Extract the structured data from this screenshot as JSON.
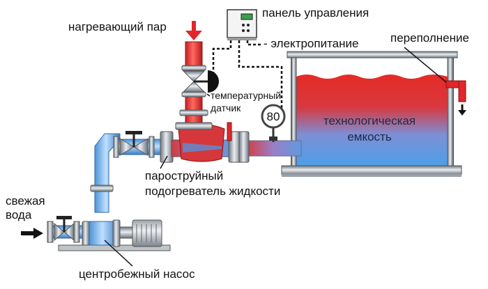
{
  "labels": {
    "steam": "нагревающий пар",
    "control_panel": "панель управления",
    "power": "- электропитание",
    "overflow": "переполнение",
    "temp_sensor_1": "температурный",
    "temp_sensor_2": "датчик",
    "tank_1": "технологическая",
    "tank_2": "емкость",
    "heater_1": "пароструйный",
    "heater_2": "подогреватель жидкости",
    "fresh_water_1": "свежая",
    "fresh_water_2": "вода",
    "pump": "центробежный насос"
  },
  "gauge_value": "80",
  "colors": {
    "steam": "#e3262b",
    "water_cold": "#3a7fd8",
    "water_hot": "#e3262b",
    "metal": "#8a9199",
    "arrow": "#111111"
  }
}
